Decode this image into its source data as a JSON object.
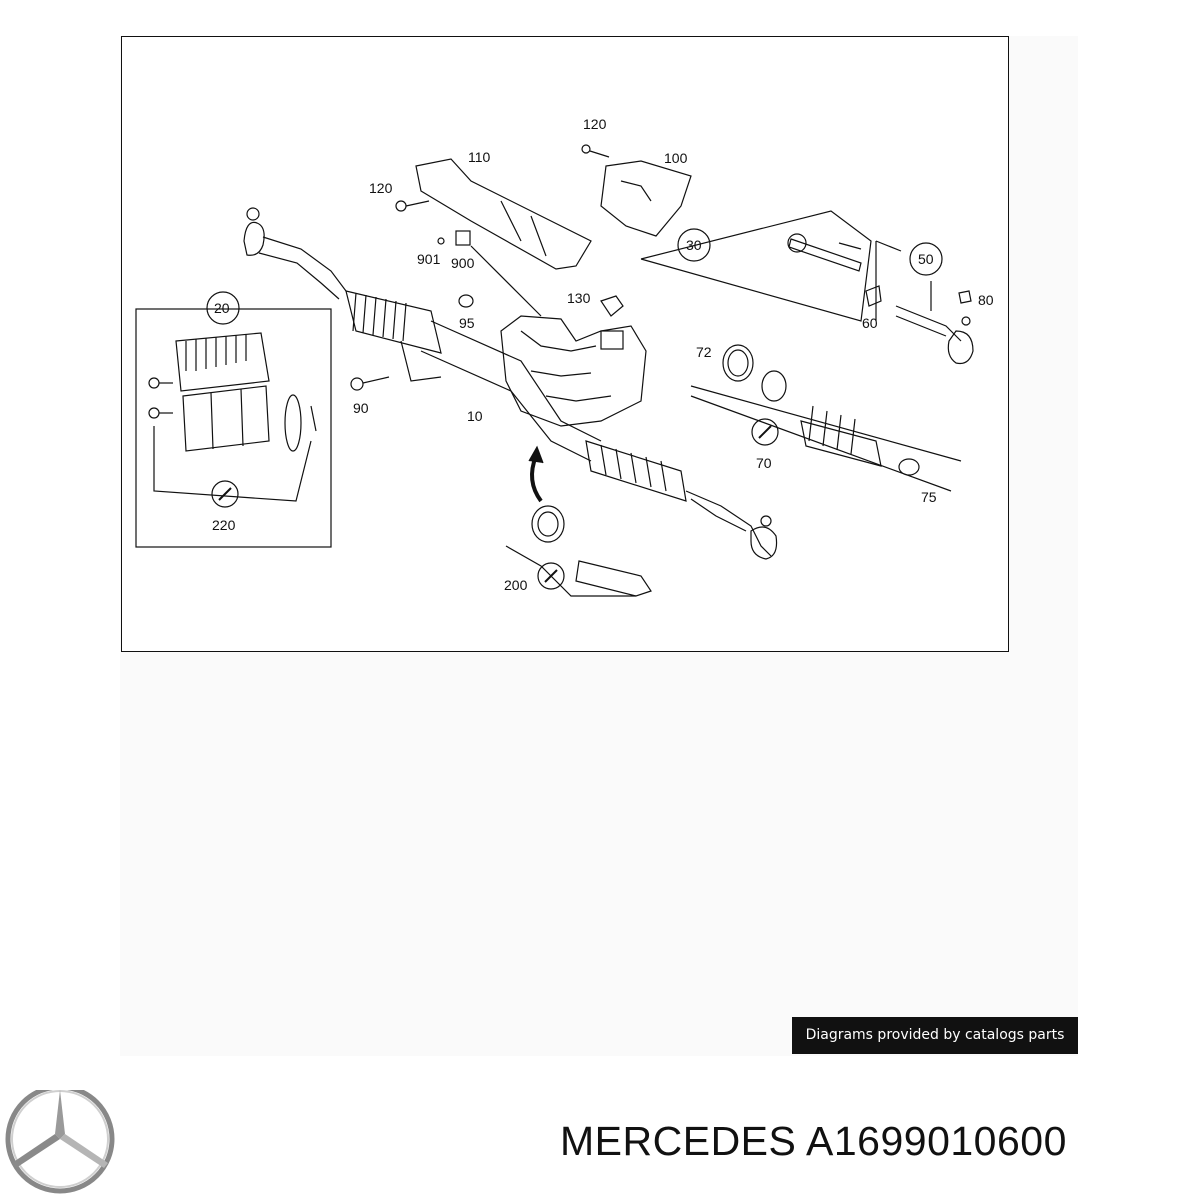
{
  "diagram": {
    "callouts": [
      {
        "id": "c110",
        "text": "110"
      },
      {
        "id": "c120a",
        "text": "120"
      },
      {
        "id": "c100",
        "text": "100"
      },
      {
        "id": "c120b",
        "text": "120"
      },
      {
        "id": "c901",
        "text": "901"
      },
      {
        "id": "c900",
        "text": "900"
      },
      {
        "id": "c30",
        "text": "30"
      },
      {
        "id": "c50",
        "text": "50"
      },
      {
        "id": "c80",
        "text": "80"
      },
      {
        "id": "c60",
        "text": "60"
      },
      {
        "id": "c130",
        "text": "130"
      },
      {
        "id": "c95",
        "text": "95"
      },
      {
        "id": "c20",
        "text": "20"
      },
      {
        "id": "c72",
        "text": "72"
      },
      {
        "id": "c90",
        "text": "90"
      },
      {
        "id": "c10",
        "text": "10"
      },
      {
        "id": "c70",
        "text": "70"
      },
      {
        "id": "c75",
        "text": "75"
      },
      {
        "id": "c220",
        "text": "220"
      },
      {
        "id": "c200",
        "text": "200"
      }
    ]
  },
  "credit": "Diagrams provided by catalogs parts",
  "brand": "MERCEDES",
  "part_number": "A1699010600",
  "logo": {
    "icon": "mercedes-star-icon"
  },
  "colors": {
    "ink": "#111111",
    "credit_bg": "#111111",
    "credit_text": "#ffffff"
  }
}
